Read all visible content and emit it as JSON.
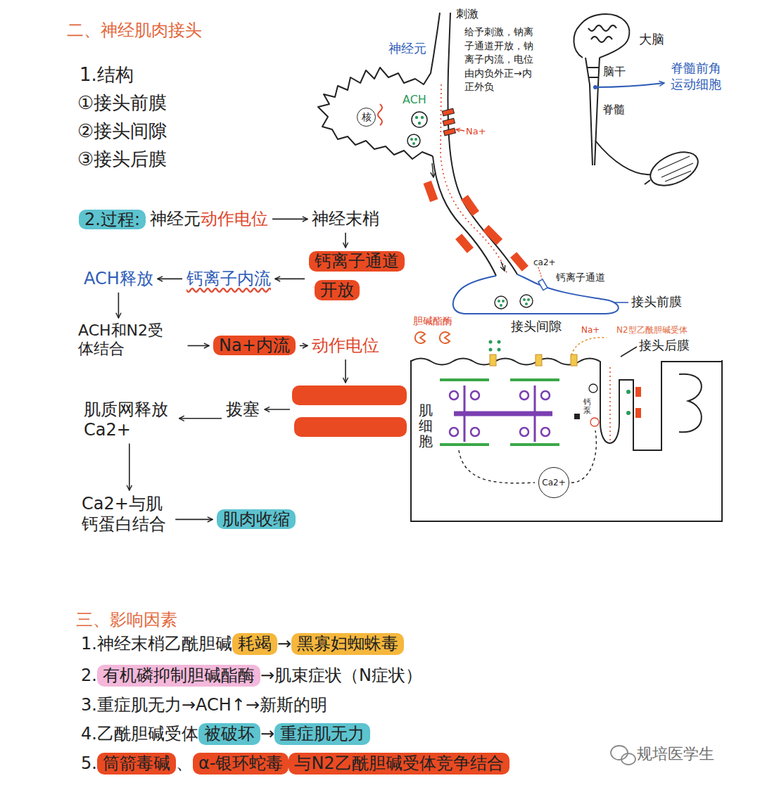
{
  "diagram": {
    "title": "二、神经肌肉接头",
    "nodes": [
      {
        "text": [
          "神经元",
          "动作电位"
        ]
      },
      {
        "text": [
          "神经末梢"
        ]
      },
      {
        "text": [
          "钙离子通道",
          "开放"
        ]
      },
      {
        "text": [
          "钙离子内流"
        ]
      },
      {
        "text": [
          "ACH释放"
        ]
      },
      {
        "text": [
          "ACH和N2受 体结合"
        ]
      },
      {
        "text": [
          "Na+内流"
        ]
      },
      {
        "text": [
          "动作电位"
        ]
      },
      {
        "text": [
          "拨塞"
        ]
      },
      {
        "text": [
          "肌质网释放 Ca2+"
        ]
      },
      {
        "text": [
          "Ca2+与肌 钙蛋白结合"
        ]
      },
      {
        "text": [
          "肌肉收缩"
        ]
      },
      {
        "text": [
          "核"
        ]
      },
      {
        "text": [
          "肌细胞"
        ]
      },
      {
        "text": [
          "Ca2+"
        ],
        "in": 13
      }
    ],
    "edges": [
      {
        "from": 0,
        "to": 1,
        "arrow": "to"
      },
      {
        "from": 1,
        "to": 2,
        "arrow": "to"
      },
      {
        "from": 2,
        "to": 3,
        "arrow": "to"
      },
      {
        "from": 3,
        "to": 4,
        "arrow": "to"
      },
      {
        "from": 4,
        "to": 5,
        "arrow": "to"
      },
      {
        "from": 5,
        "to": 6,
        "arrow": "to"
      },
      {
        "from": 6,
        "to": 7,
        "arrow": "to"
      },
      {
        "from": 8,
        "to": 9,
        "arrow": "to"
      },
      {
        "from": 9,
        "to": 10,
        "arrow": "to"
      },
      {
        "from": 10,
        "to": 11,
        "arrow": "to"
      }
    ],
    "labels": [
      "1.结构",
      "①接头前膜",
      "②接头间隙",
      "③接头后膜",
      "2.过程:",
      "刺激",
      "给予刺激，钠离 子通道开放，钠 离子内流，电位 由内负外正→内 正外负",
      "神经元",
      "ACH",
      "Na+",
      "大脑",
      "脑干",
      "脊髓前角 运动细胞",
      "脊髓",
      "ca2+",
      "钙离子通道",
      "接头前膜",
      "胆碱酯酶",
      "接头间隙",
      "Na+",
      "N2型乙酰胆碱受体",
      "接头后膜",
      "钙泵",
      "三、影响因素",
      "1.神经末梢乙酰胆碱",
      "耗竭",
      "→",
      "黑寡妇蜘蛛毒",
      "2.",
      "有机磷抑制胆碱酯酶",
      "→",
      "肌束症状（N症状）",
      "3.重症肌无力→ACH↑→新斯的明",
      "4.乙酰胆碱受体",
      "被破坏",
      "→",
      "重症肌无力",
      "5.",
      "筒箭毒碱",
      "、",
      "α-银环蛇毒",
      "与N2乙酰胆碱受体竞争结合",
      "规培医学生"
    ]
  }
}
